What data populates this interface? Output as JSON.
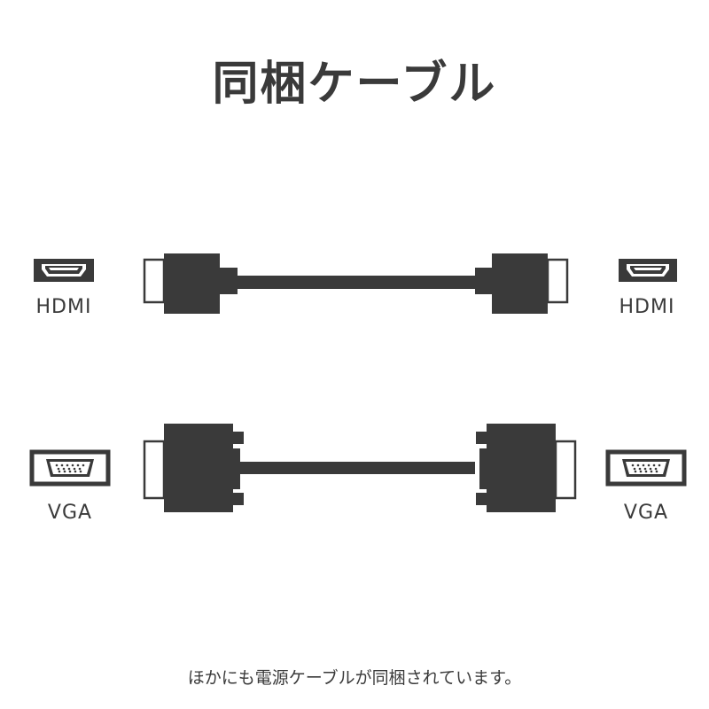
{
  "title": "同梱ケーブル",
  "hdmi": {
    "left_label": "HDMI",
    "right_label": "HDMI",
    "icon": "hdmi-port-icon"
  },
  "vga": {
    "left_label": "VGA",
    "right_label": "VGA",
    "icon": "vga-port-icon"
  },
  "footer": "ほかにも電源ケーブルが同梱されています。",
  "colors": {
    "dark": "#3a3a3a",
    "background": "#ffffff"
  }
}
